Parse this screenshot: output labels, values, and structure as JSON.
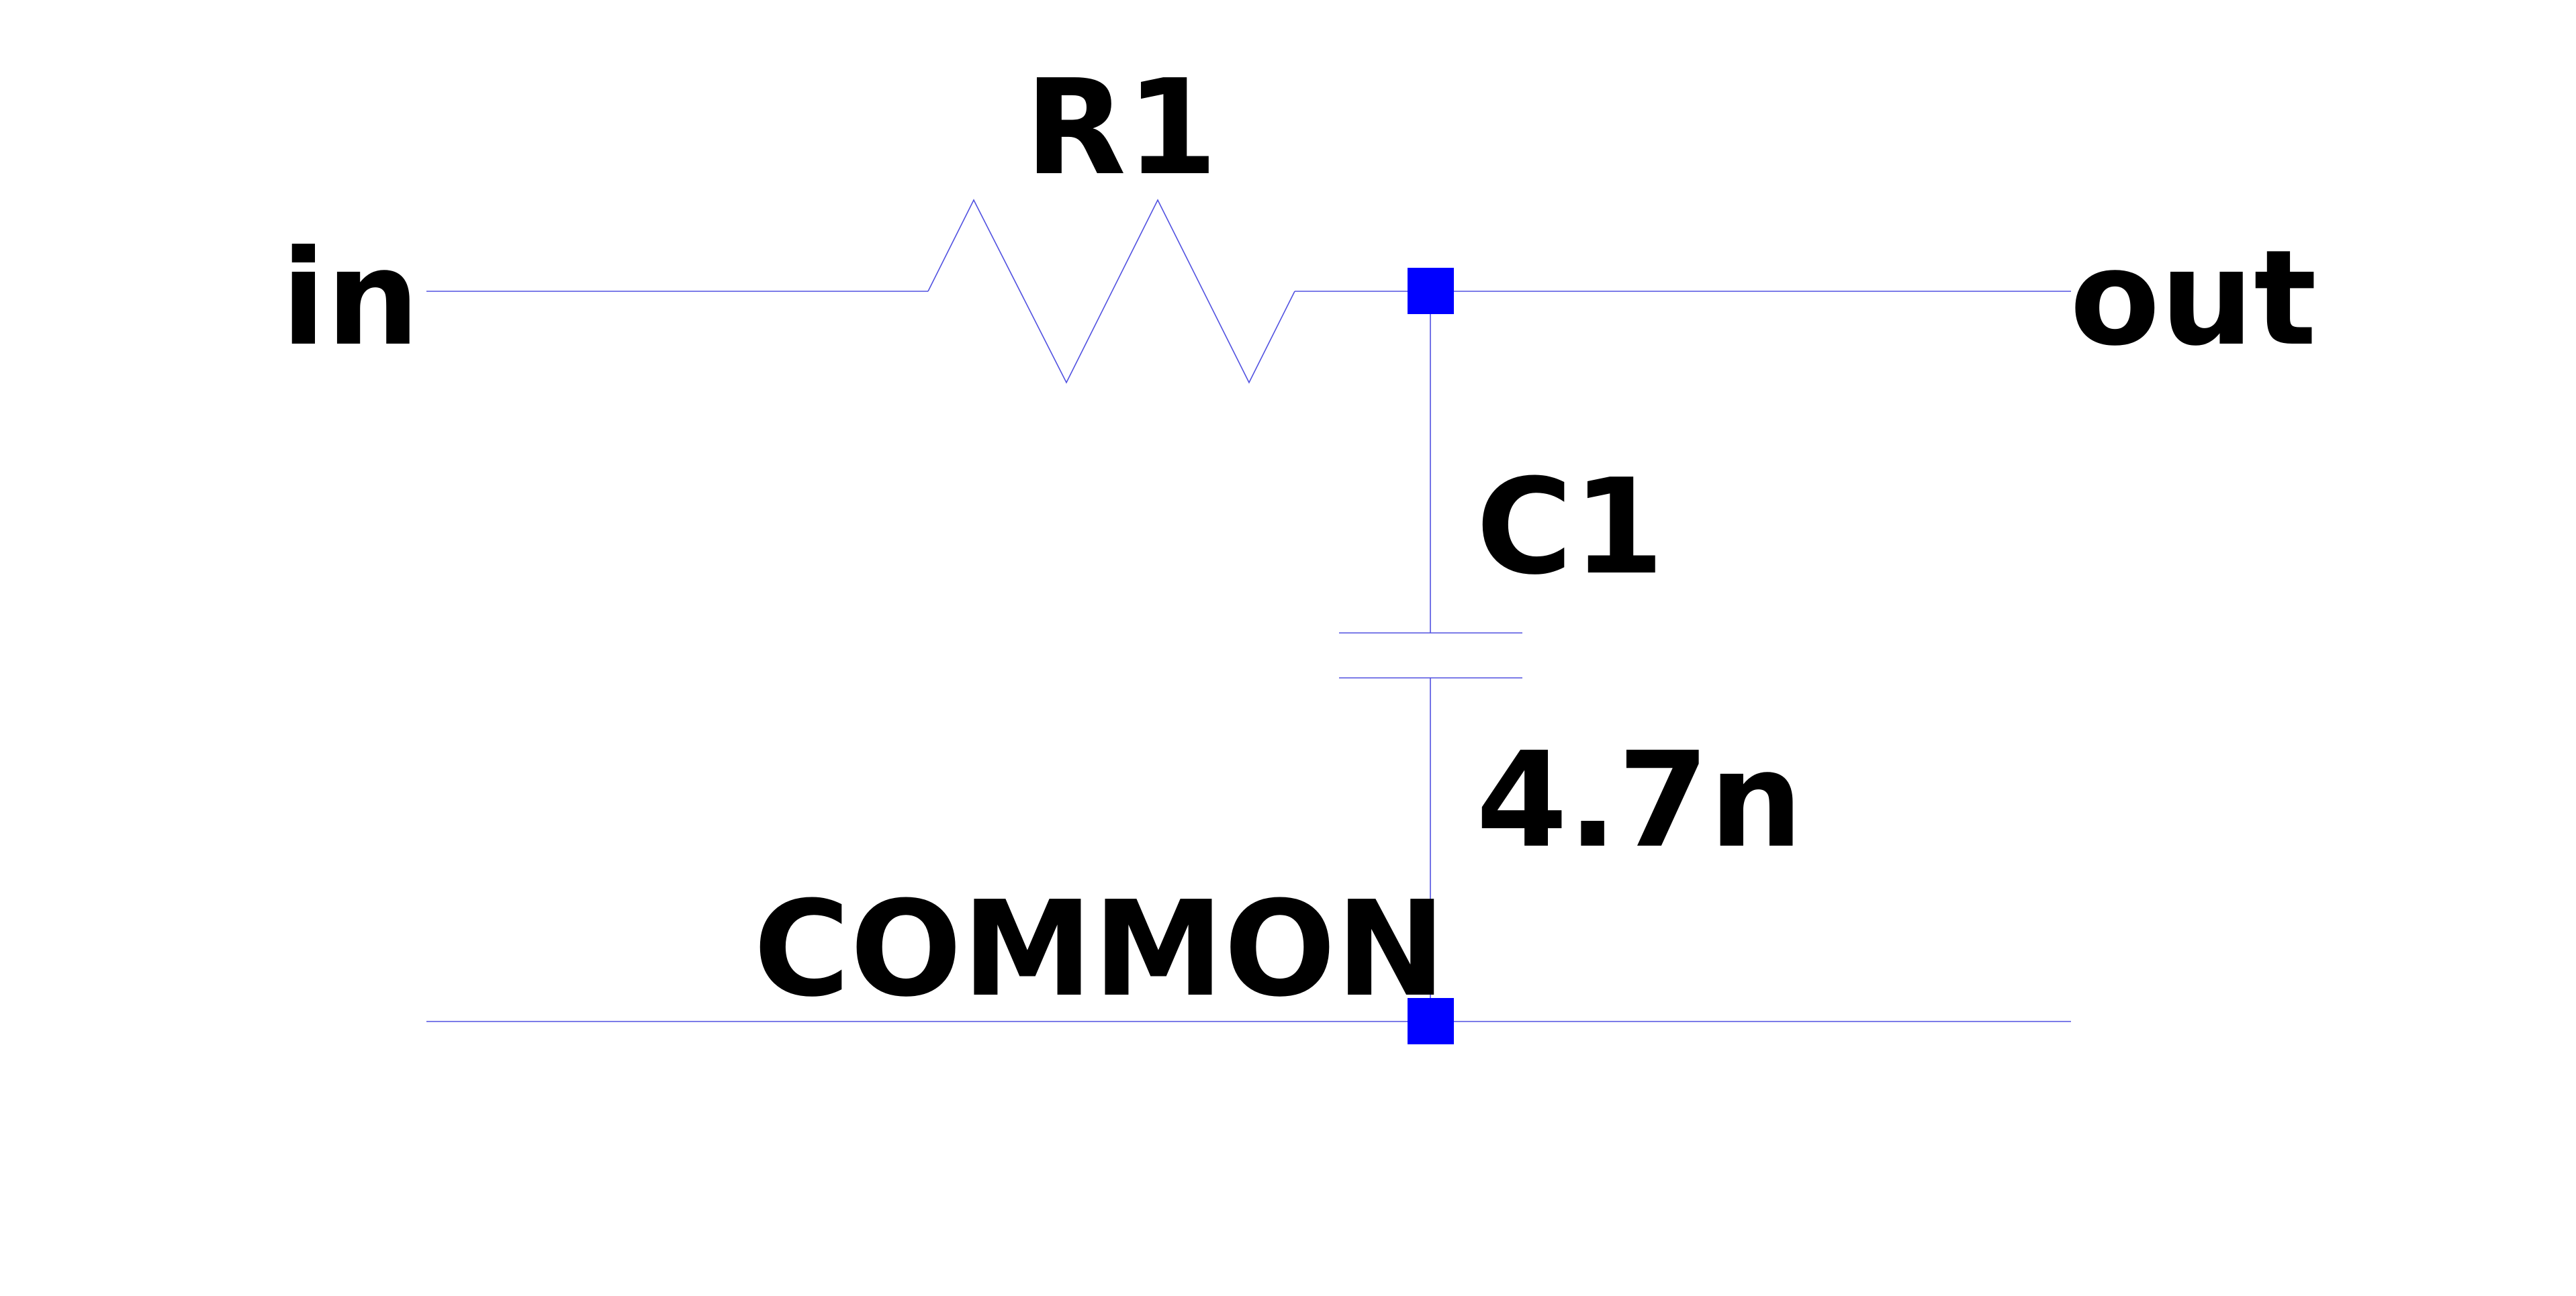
{
  "diagram": {
    "type": "rc-lowpass-schematic",
    "labels": {
      "input": "in",
      "output": "out",
      "resistor_ref": "R1",
      "capacitor_ref": "C1",
      "capacitor_value": "4.7n",
      "ground_net": "COMMON"
    },
    "colors": {
      "wire": "#5050e0",
      "node": "#0000ff",
      "text": "#000000",
      "background": "#ffffff"
    }
  }
}
